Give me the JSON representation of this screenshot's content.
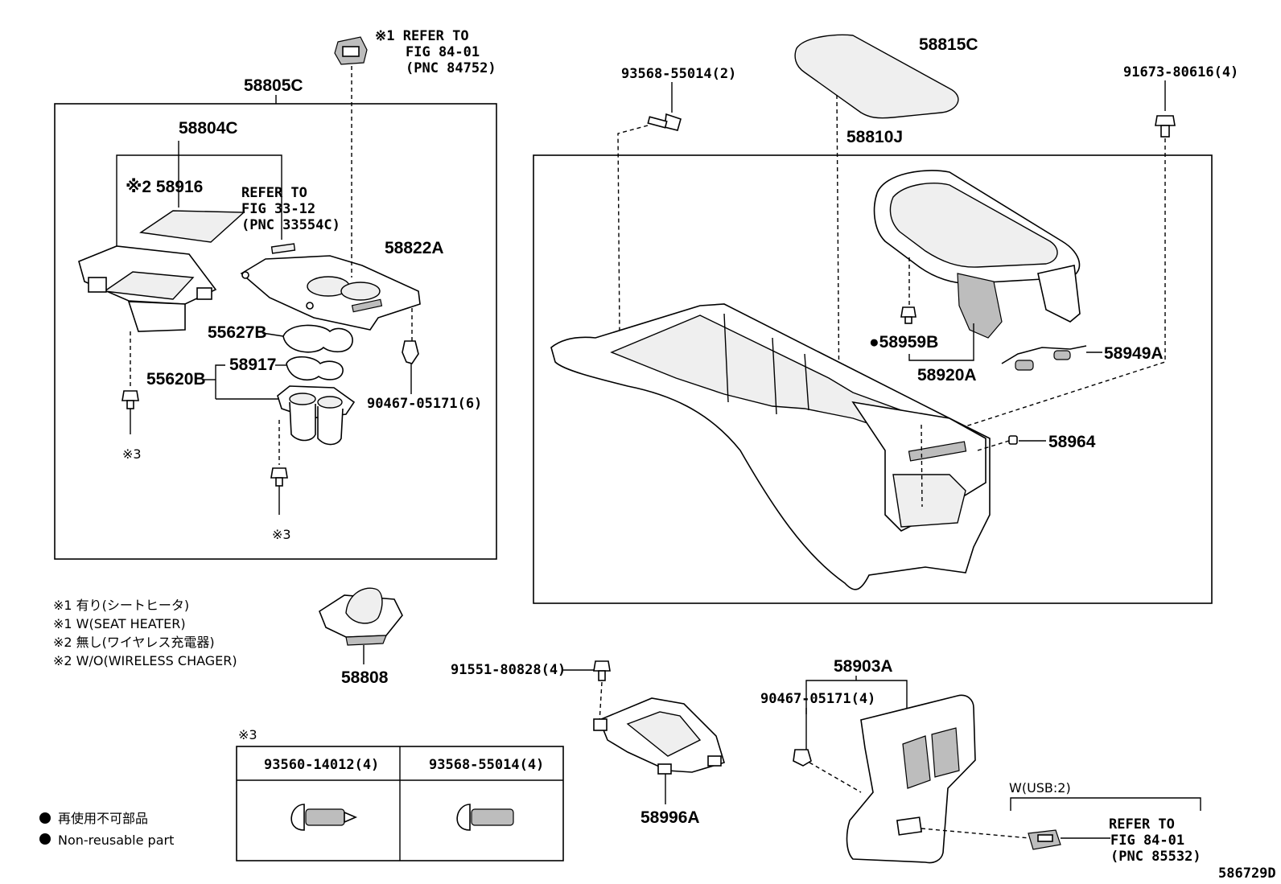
{
  "diagram": {
    "drawing_id": "586729D",
    "labels": {
      "p58805C": "58805C",
      "p58804C": "58804C",
      "p58916": "※2 58916",
      "refer_33": [
        "REFER TO",
        "FIG 33-12",
        "(PNC 33554C)"
      ],
      "refer_84_top": [
        "※1 REFER TO",
        "FIG 84-01",
        "(PNC 84752)"
      ],
      "p58822A": "58822A",
      "p55627B": "55627B",
      "p58917": "58917",
      "p55620B": "55620B",
      "p90467_a": "90467-05171(6)",
      "ref3_a": "※3",
      "ref3_b": "※3",
      "p93568_top": "93568-55014(2)",
      "p58815C": "58815C",
      "p58810J": "58810J",
      "p91673": "91673-80616(4)",
      "p58959B": "●58959B",
      "p58920A": "58920A",
      "p58949A": "58949A",
      "p58964": "58964",
      "p58808": "58808",
      "p91551": "91551-80828(4)",
      "p58996A": "58996A",
      "p58903A": "58903A",
      "p90467_b": "90467-05171(4)",
      "usb": "W(USB:2)",
      "refer_84_bottom": [
        "REFER TO",
        "FIG 84-01",
        "(PNC 85532)"
      ]
    },
    "notes": [
      "※1 有り(シートヒータ)",
      "※1 W(SEAT HEATER)",
      "※2 無し(ワイヤレス充電器)",
      "※2 W/O(WIRELESS CHAGER)"
    ],
    "ref3_table": {
      "title": "※3",
      "headers": [
        "93560-14012(4)",
        "93568-55014(4)"
      ]
    },
    "legend": [
      "再使用不可部品",
      "Non-reusable part"
    ]
  }
}
